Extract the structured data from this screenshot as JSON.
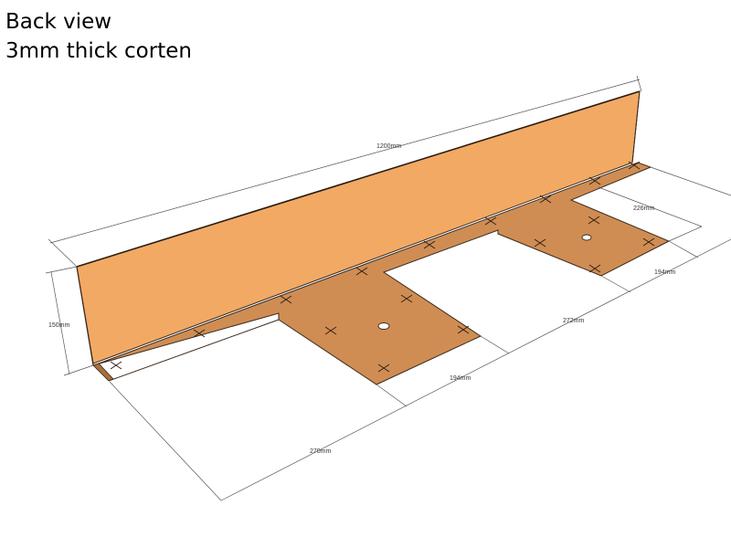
{
  "title": {
    "line1": "Back view",
    "line2": "3mm thick corten"
  },
  "colors": {
    "plate_vertical": "#f2a964",
    "plate_base": "#cf8d54",
    "edge": "#3b2a1c",
    "dimension_line": "#555555"
  },
  "dimensions": {
    "length": "1200mm",
    "height": "150mm",
    "tab_left_depth": "270mm",
    "tab_left_width": "194mm",
    "gap_between_tabs": "272mm",
    "tab_right_width": "194mm",
    "tab_right_depth": "226mm"
  }
}
